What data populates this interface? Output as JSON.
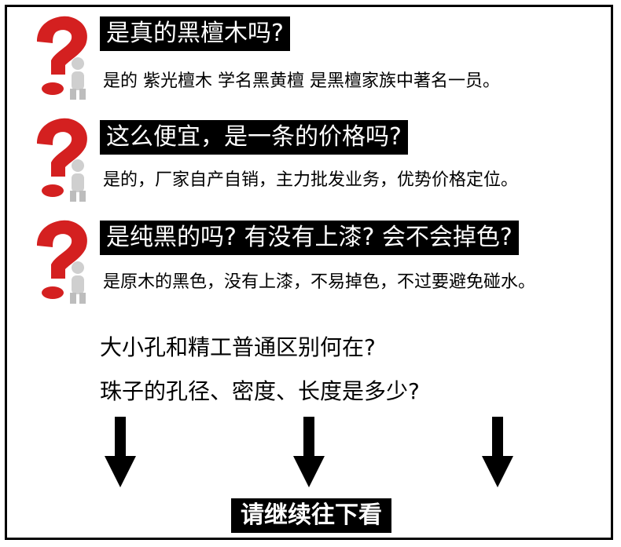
{
  "colors": {
    "accent_red": "#d42020",
    "figure_gray": "#cfcfcf"
  },
  "qa": [
    {
      "question": "是真的黑檀木吗?",
      "answer": "是的 紫光檀木 学名黑黄檀 是黑檀家族中著名一员。"
    },
    {
      "question": "这么便宜，是一条的价格吗?",
      "answer": "是的，厂家自产自销，主力批发业务，优势价格定位。"
    },
    {
      "question": "是纯黑的吗? 有没有上漆? 会不会掉色?",
      "answer": "是原木的黑色，没有上漆，不易掉色，不过要避免碰水。"
    }
  ],
  "info": {
    "line1": "大小孔和精工普通区别何在?",
    "line2": "珠子的孔径、密度、长度是多少?"
  },
  "footer": {
    "label": "请继续往下看"
  },
  "icons": [
    "question-mark-person-icon",
    "down-arrow-icon"
  ]
}
